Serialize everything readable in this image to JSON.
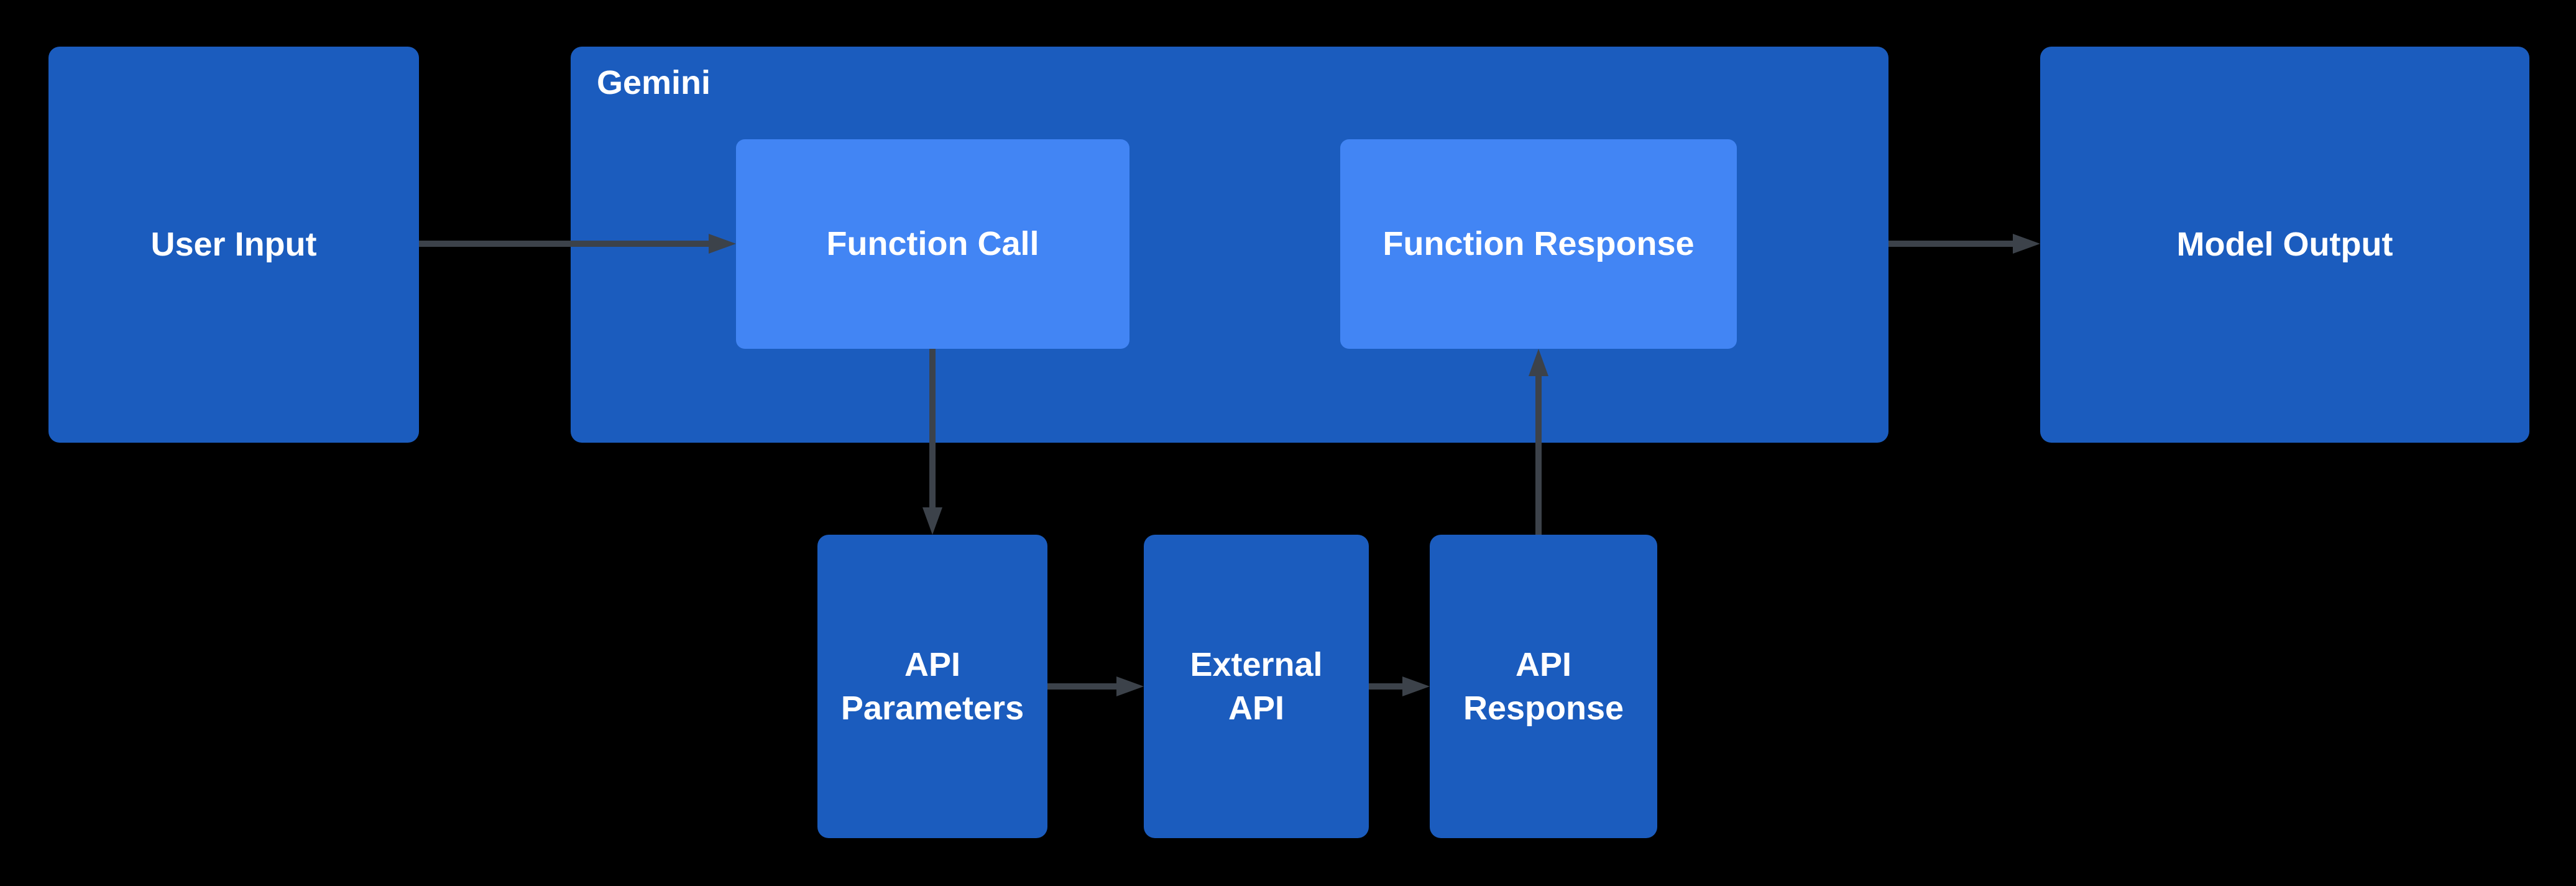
{
  "diagram": {
    "nodes": {
      "user_input": {
        "label": "User Input"
      },
      "gemini": {
        "label": "Gemini"
      },
      "function_call": {
        "label": "Function Call"
      },
      "function_response": {
        "label": "Function Response"
      },
      "model_output": {
        "label": "Model Output"
      },
      "api_parameters": {
        "label": "API\nParameters"
      },
      "external_api": {
        "label": "External\nAPI"
      },
      "api_response": {
        "label": "API\nResponse"
      }
    },
    "edges": [
      {
        "from": "user_input",
        "to": "function_call"
      },
      {
        "from": "function_call",
        "to": "api_parameters"
      },
      {
        "from": "api_parameters",
        "to": "external_api"
      },
      {
        "from": "external_api",
        "to": "api_response"
      },
      {
        "from": "api_response",
        "to": "function_response"
      },
      {
        "from": "gemini",
        "to": "model_output"
      }
    ],
    "colors": {
      "background": "#000000",
      "node_fill": "#1b5cbe",
      "node_fill_inner": "#4285f4",
      "arrow": "#3c424a",
      "text": "#ffffff"
    }
  }
}
